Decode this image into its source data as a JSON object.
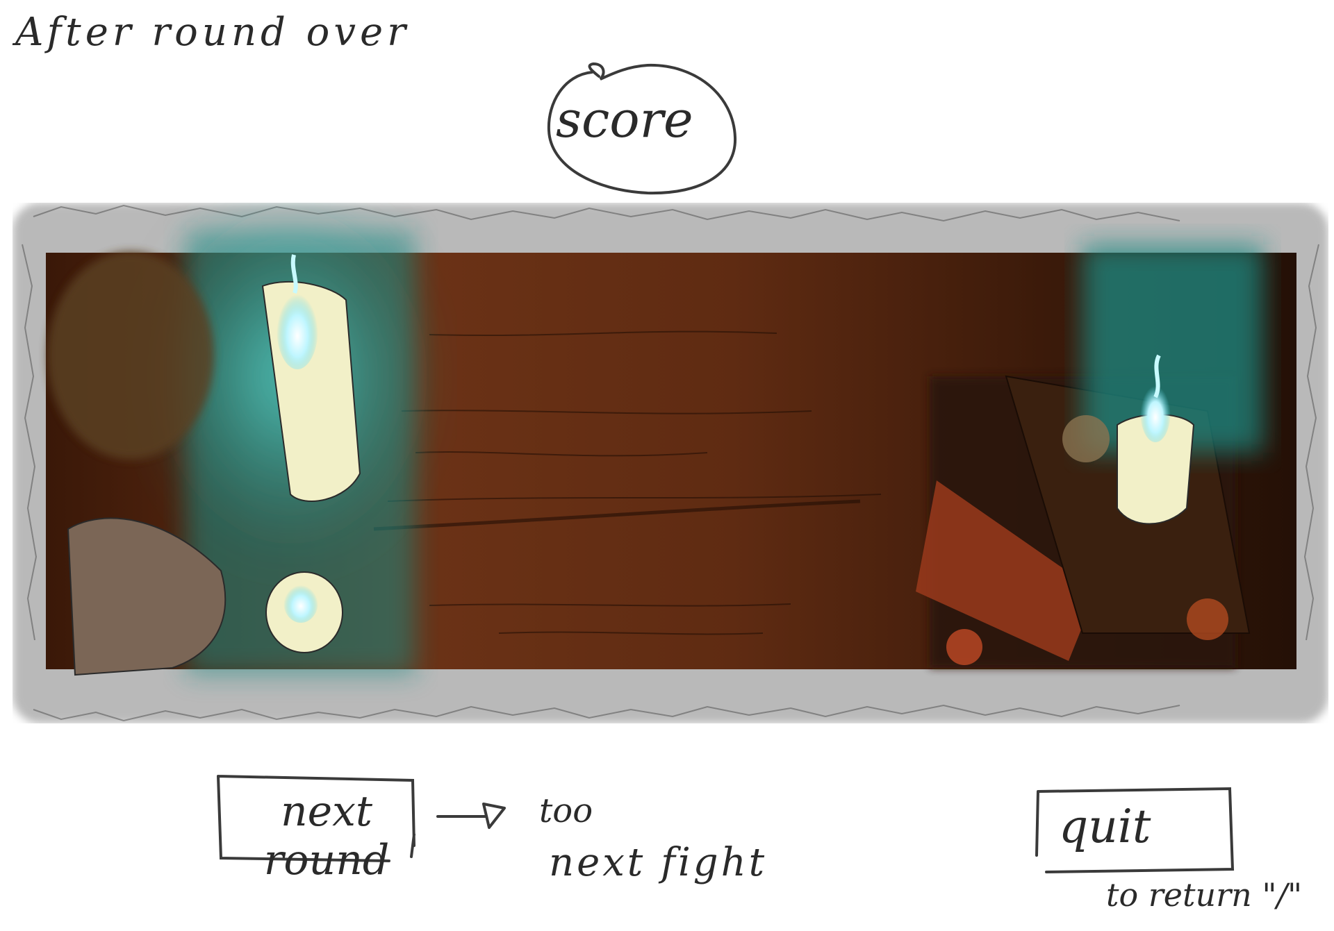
{
  "screen": {
    "title_note": "After round over"
  },
  "score": {
    "label": "score"
  },
  "actions": {
    "next_round_label": "next round",
    "next_round_note_line1": "too",
    "next_round_note_line2": "next fight",
    "quit_label": "quit",
    "quit_note": "to return \"/\""
  },
  "colors": {
    "ink": "#2a2a2a",
    "stone": "#a8a8a8",
    "wood": "#5a2a12",
    "candle_glow": "#2aa7a0",
    "candle_wax": "#f2f0c8"
  },
  "icons": {
    "arrow": "arrow-right-icon",
    "candle": "candle-icon"
  }
}
